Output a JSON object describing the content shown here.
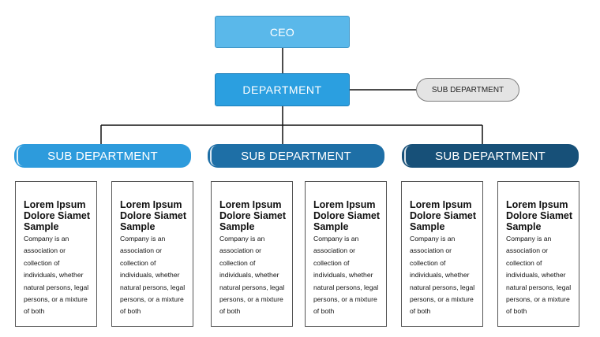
{
  "org_chart": {
    "ceo_label": "CEO",
    "department_label": "DEPARTMENT",
    "side_sub_department_label": "SUB DEPARTMENT",
    "sub_departments": [
      {
        "label": "SUB DEPARTMENT"
      },
      {
        "label": "SUB DEPARTMENT"
      },
      {
        "label": "SUB DEPARTMENT"
      }
    ],
    "cards": [
      {
        "title": "Lorem Ipsum\nDolore Siamet\nSample",
        "body": "Company is an\nassociation or\ncollection of\nindividuals, whether\nnatural persons, legal\npersons, or a mixture\nof both"
      },
      {
        "title": "Lorem Ipsum\nDolore Siamet\nSample",
        "body": "Company is an\nassociation or\ncollection of\nindividuals, whether\nnatural persons, legal\npersons, or a mixture\nof both"
      },
      {
        "title": "Lorem Ipsum\nDolore Siamet\nSample",
        "body": "Company is an\nassociation or\ncollection of\nindividuals, whether\nnatural persons, legal\npersons, or a mixture\nof both"
      },
      {
        "title": "Lorem Ipsum\nDolore Siamet\nSample",
        "body": "Company is an\nassociation or\ncollection of\nindividuals, whether\nnatural persons, legal\npersons, or a mixture\nof both"
      },
      {
        "title": "Lorem Ipsum\nDolore Siamet\nSample",
        "body": "Company is an\nassociation or\ncollection of\nindividuals, whether\nnatural persons, legal\npersons, or a mixture\nof both"
      },
      {
        "title": "Lorem Ipsum\nDolore Siamet\nSample",
        "body": "Company is an\nassociation or\ncollection of\nindividuals, whether\nnatural persons, legal\npersons, or a mixture\nof both"
      }
    ]
  },
  "colors": {
    "ceo_fill": "#5ab8ea",
    "department_fill": "#2b9fe0",
    "sub_department_1_fill": "#2d9bdc",
    "sub_department_2_fill": "#1e6fa6",
    "sub_department_3_fill": "#175078",
    "side_sub_department_fill": "#e4e4e4",
    "connector": "#111111"
  }
}
